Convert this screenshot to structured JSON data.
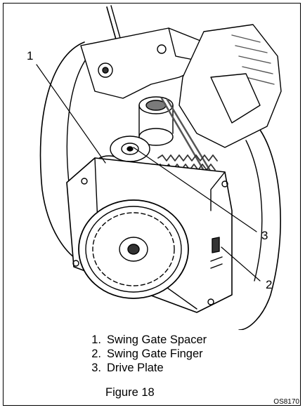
{
  "callouts": [
    {
      "number": "1",
      "label": "Swing Gate Spacer"
    },
    {
      "number": "2",
      "label": "Swing Gate Finger"
    },
    {
      "number": "3",
      "label": "Drive Plate"
    }
  ],
  "figure_caption": "Figure 18",
  "figure_code": "OS8170",
  "colors": {
    "line": "#000000",
    "fill": "#ffffff",
    "shade": "#7a7a7a",
    "dark": "#333333"
  }
}
